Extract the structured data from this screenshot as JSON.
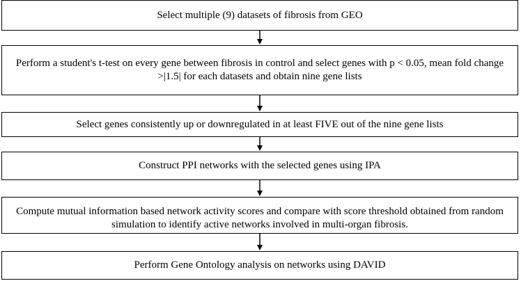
{
  "flowchart": {
    "steps": [
      {
        "text": "Select multiple (9) datasets of fibrosis from GEO"
      },
      {
        "text": "Perform a student's t-test on every gene between fibrosis in control and select genes with p < 0.05, mean fold change >|1.5| for each datasets and obtain nine gene lists"
      },
      {
        "text": "Select genes consistently up or downregulated in at least FIVE out of the nine gene lists"
      },
      {
        "text": "Construct PPI networks with the selected genes using IPA"
      },
      {
        "text": "Compute mutual information based network activity scores and compare with score threshold obtained from random simulation to identify active networks involved in multi-organ fibrosis."
      },
      {
        "text": "Perform Gene Ontology analysis on networks using DAVID"
      }
    ]
  },
  "colors": {
    "stroke": "#000000",
    "background": "#ffffff"
  }
}
